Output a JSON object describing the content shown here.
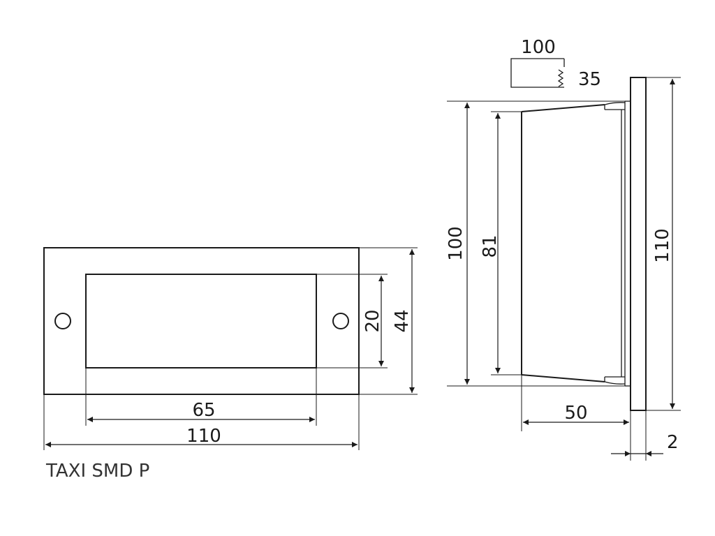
{
  "product_name": "TAXI SMD P",
  "dimensions": {
    "front_inner_width": "65",
    "front_outer_width": "110",
    "front_inner_height": "20",
    "front_outer_height": "44",
    "side_body_height": "100",
    "side_inner_height": "81",
    "side_plate_height": "110",
    "side_depth": "50",
    "plate_thickness": "2",
    "cutout_width": "100",
    "cutout_depth": "35"
  }
}
